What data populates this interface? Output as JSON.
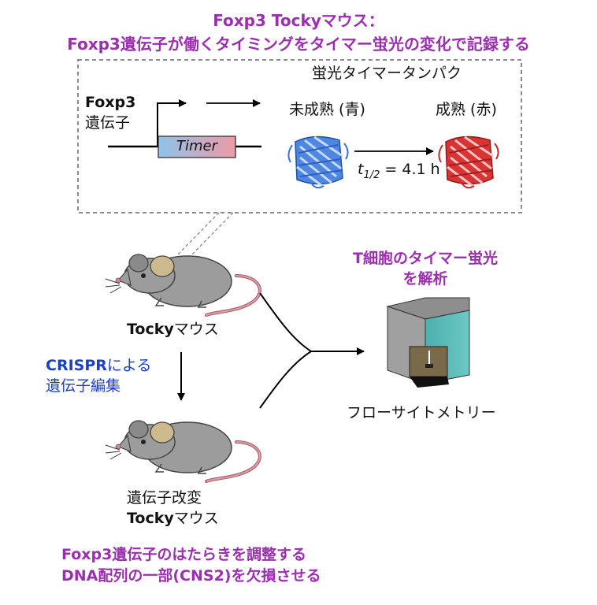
{
  "title": {
    "line1": "Foxp3 Tockyマウス：",
    "line2": "Foxp3遺伝子が働くタイミングをタイマー蛍光の変化で記録する"
  },
  "inset": {
    "protein_title": "蛍光タイマータンパク",
    "gene_name": "Foxp3",
    "gene_word": "遺伝子",
    "timer_label": "Timer",
    "immature_label": "未成熟 (青)",
    "mature_label": "成熟 (赤)",
    "half_life_symbol": "t",
    "half_life_sub": "1/2",
    "half_life_value": "= 4.1 h"
  },
  "mouse_top": {
    "name_bold": "Tocky",
    "name_rest": "マウス"
  },
  "crispr": {
    "line1_bold": "CRISPR",
    "line1_rest": "による",
    "line2": "遺伝子編集"
  },
  "mouse_bottom": {
    "line1": "遺伝子改変",
    "line2_bold": "Tocky",
    "line2_rest": "マウス"
  },
  "analysis": {
    "line1": "T細胞のタイマー蛍光",
    "line2": "を解析"
  },
  "flow_label": "フローサイトメトリー",
  "bottom_note": {
    "line1": "Foxp3遺伝子のはたらきを調整する",
    "line2": "DNA配列の一部(CNS2)を欠損させる"
  },
  "colors": {
    "accent_purple": "#9b2fb0",
    "accent_blue": "#1a3fc8",
    "protein_blue": "#3a6fd8",
    "protein_red": "#d02828",
    "cytometer_teal": "#4fb3b0"
  }
}
